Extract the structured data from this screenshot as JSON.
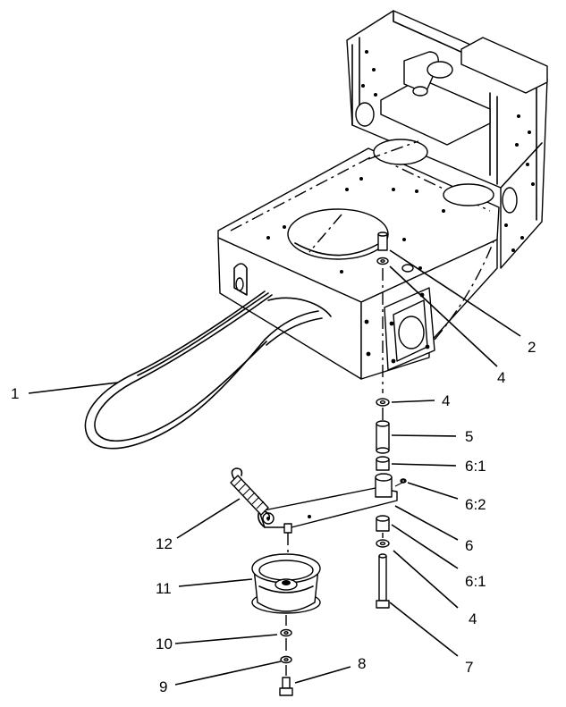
{
  "callouts": {
    "c1": "1",
    "c2": "2",
    "c4a": "4",
    "c4b": "4",
    "c4c": "4",
    "c5": "5",
    "c61a": "6:1",
    "c62": "6:2",
    "c6": "6",
    "c61b": "6:1",
    "c7": "7",
    "c8": "8",
    "c9": "9",
    "c10": "10",
    "c11": "11",
    "c12": "12"
  }
}
